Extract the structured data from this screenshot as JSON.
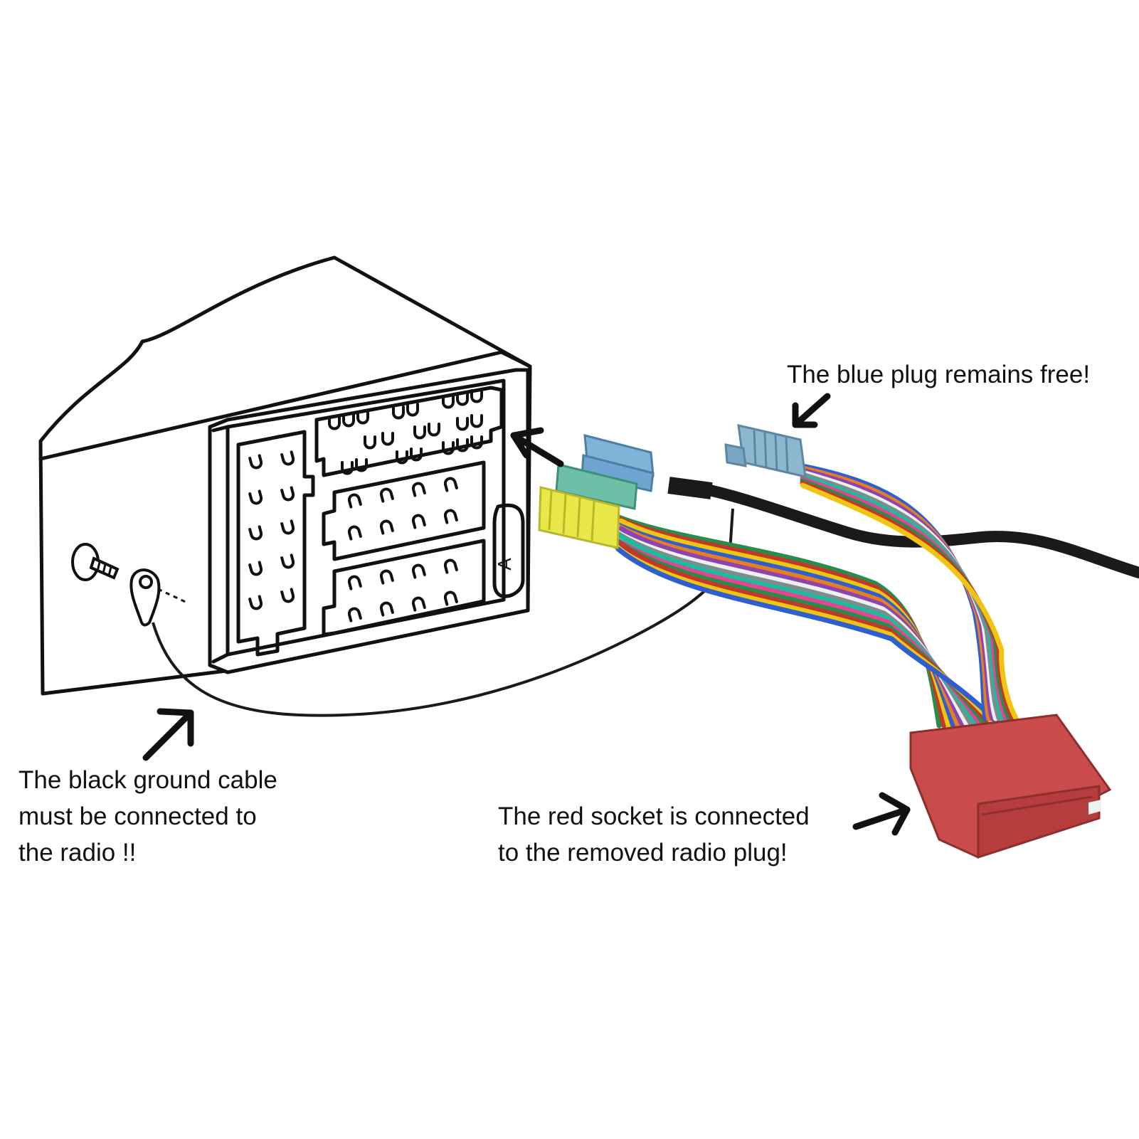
{
  "annotations": {
    "ground_cable": {
      "lines": [
        "The black ground cable",
        "must be connected to",
        "the radio !!"
      ]
    },
    "red_socket": {
      "lines": [
        "The red socket is connected",
        "to the removed radio plug!"
      ]
    },
    "blue_plug": {
      "lines": [
        "The blue plug remains free!"
      ]
    }
  },
  "radio": {
    "connector_label": "A"
  },
  "colors": {
    "background": "#ffffff",
    "ink": "#111111",
    "blue_plug": "#7fb3d8",
    "light_blue_plug": "#8db6cf",
    "teal_plug": "#6cc0a8",
    "yellow_plug": "#e8e84a",
    "red_socket": "#c94b4b",
    "black_cable": "#1a1a1a"
  },
  "wire_colors": [
    "#2a8c4a",
    "#c0392b",
    "#f1c40f",
    "#2e5fd0",
    "#e67e22",
    "#8e44ad",
    "#ecf0f1",
    "#7f8c8d",
    "#1abc9c",
    "#e84393"
  ]
}
